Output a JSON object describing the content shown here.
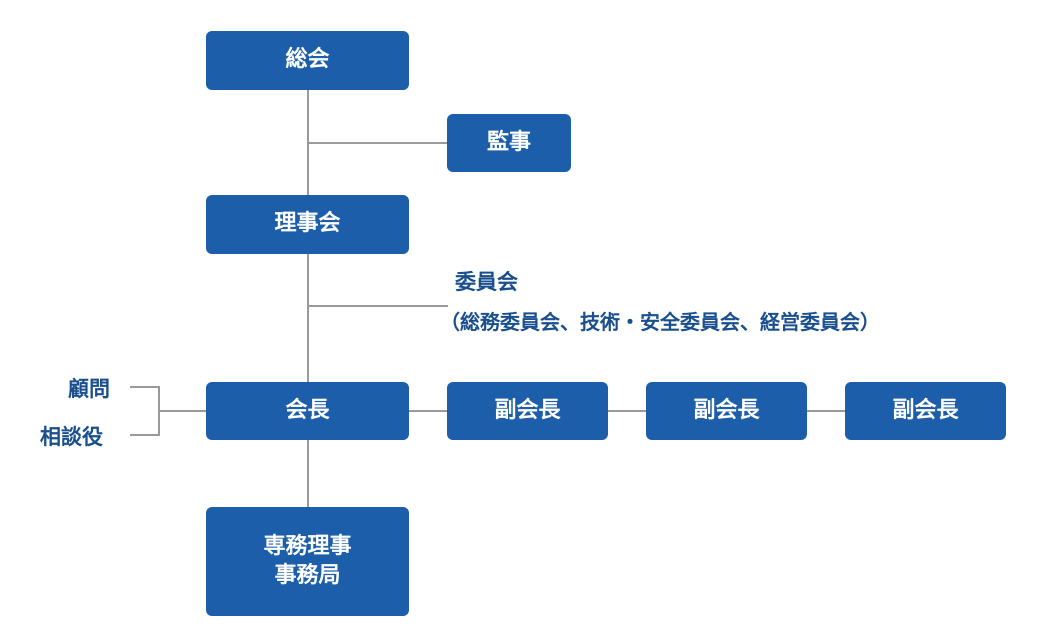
{
  "nodes": {
    "general_assembly": "総会",
    "auditor": "監事",
    "board": "理事会",
    "chairman": "会長",
    "vice_chairman_1": "副会長",
    "vice_chairman_2": "副会長",
    "vice_chairman_3": "副会長",
    "executive_director_line1": "専務理事",
    "executive_director_line2": "事務局"
  },
  "committee": {
    "title": "委員会",
    "detail": "（総務委員会、技術・安全委員会、経営委員会）"
  },
  "side": {
    "advisor": "顧問",
    "counselor": "相談役"
  },
  "colors": {
    "box": "#1c5ea9",
    "box_text": "#ffffff",
    "line": "#9a9a9a",
    "label_text": "#1a4f8e"
  }
}
